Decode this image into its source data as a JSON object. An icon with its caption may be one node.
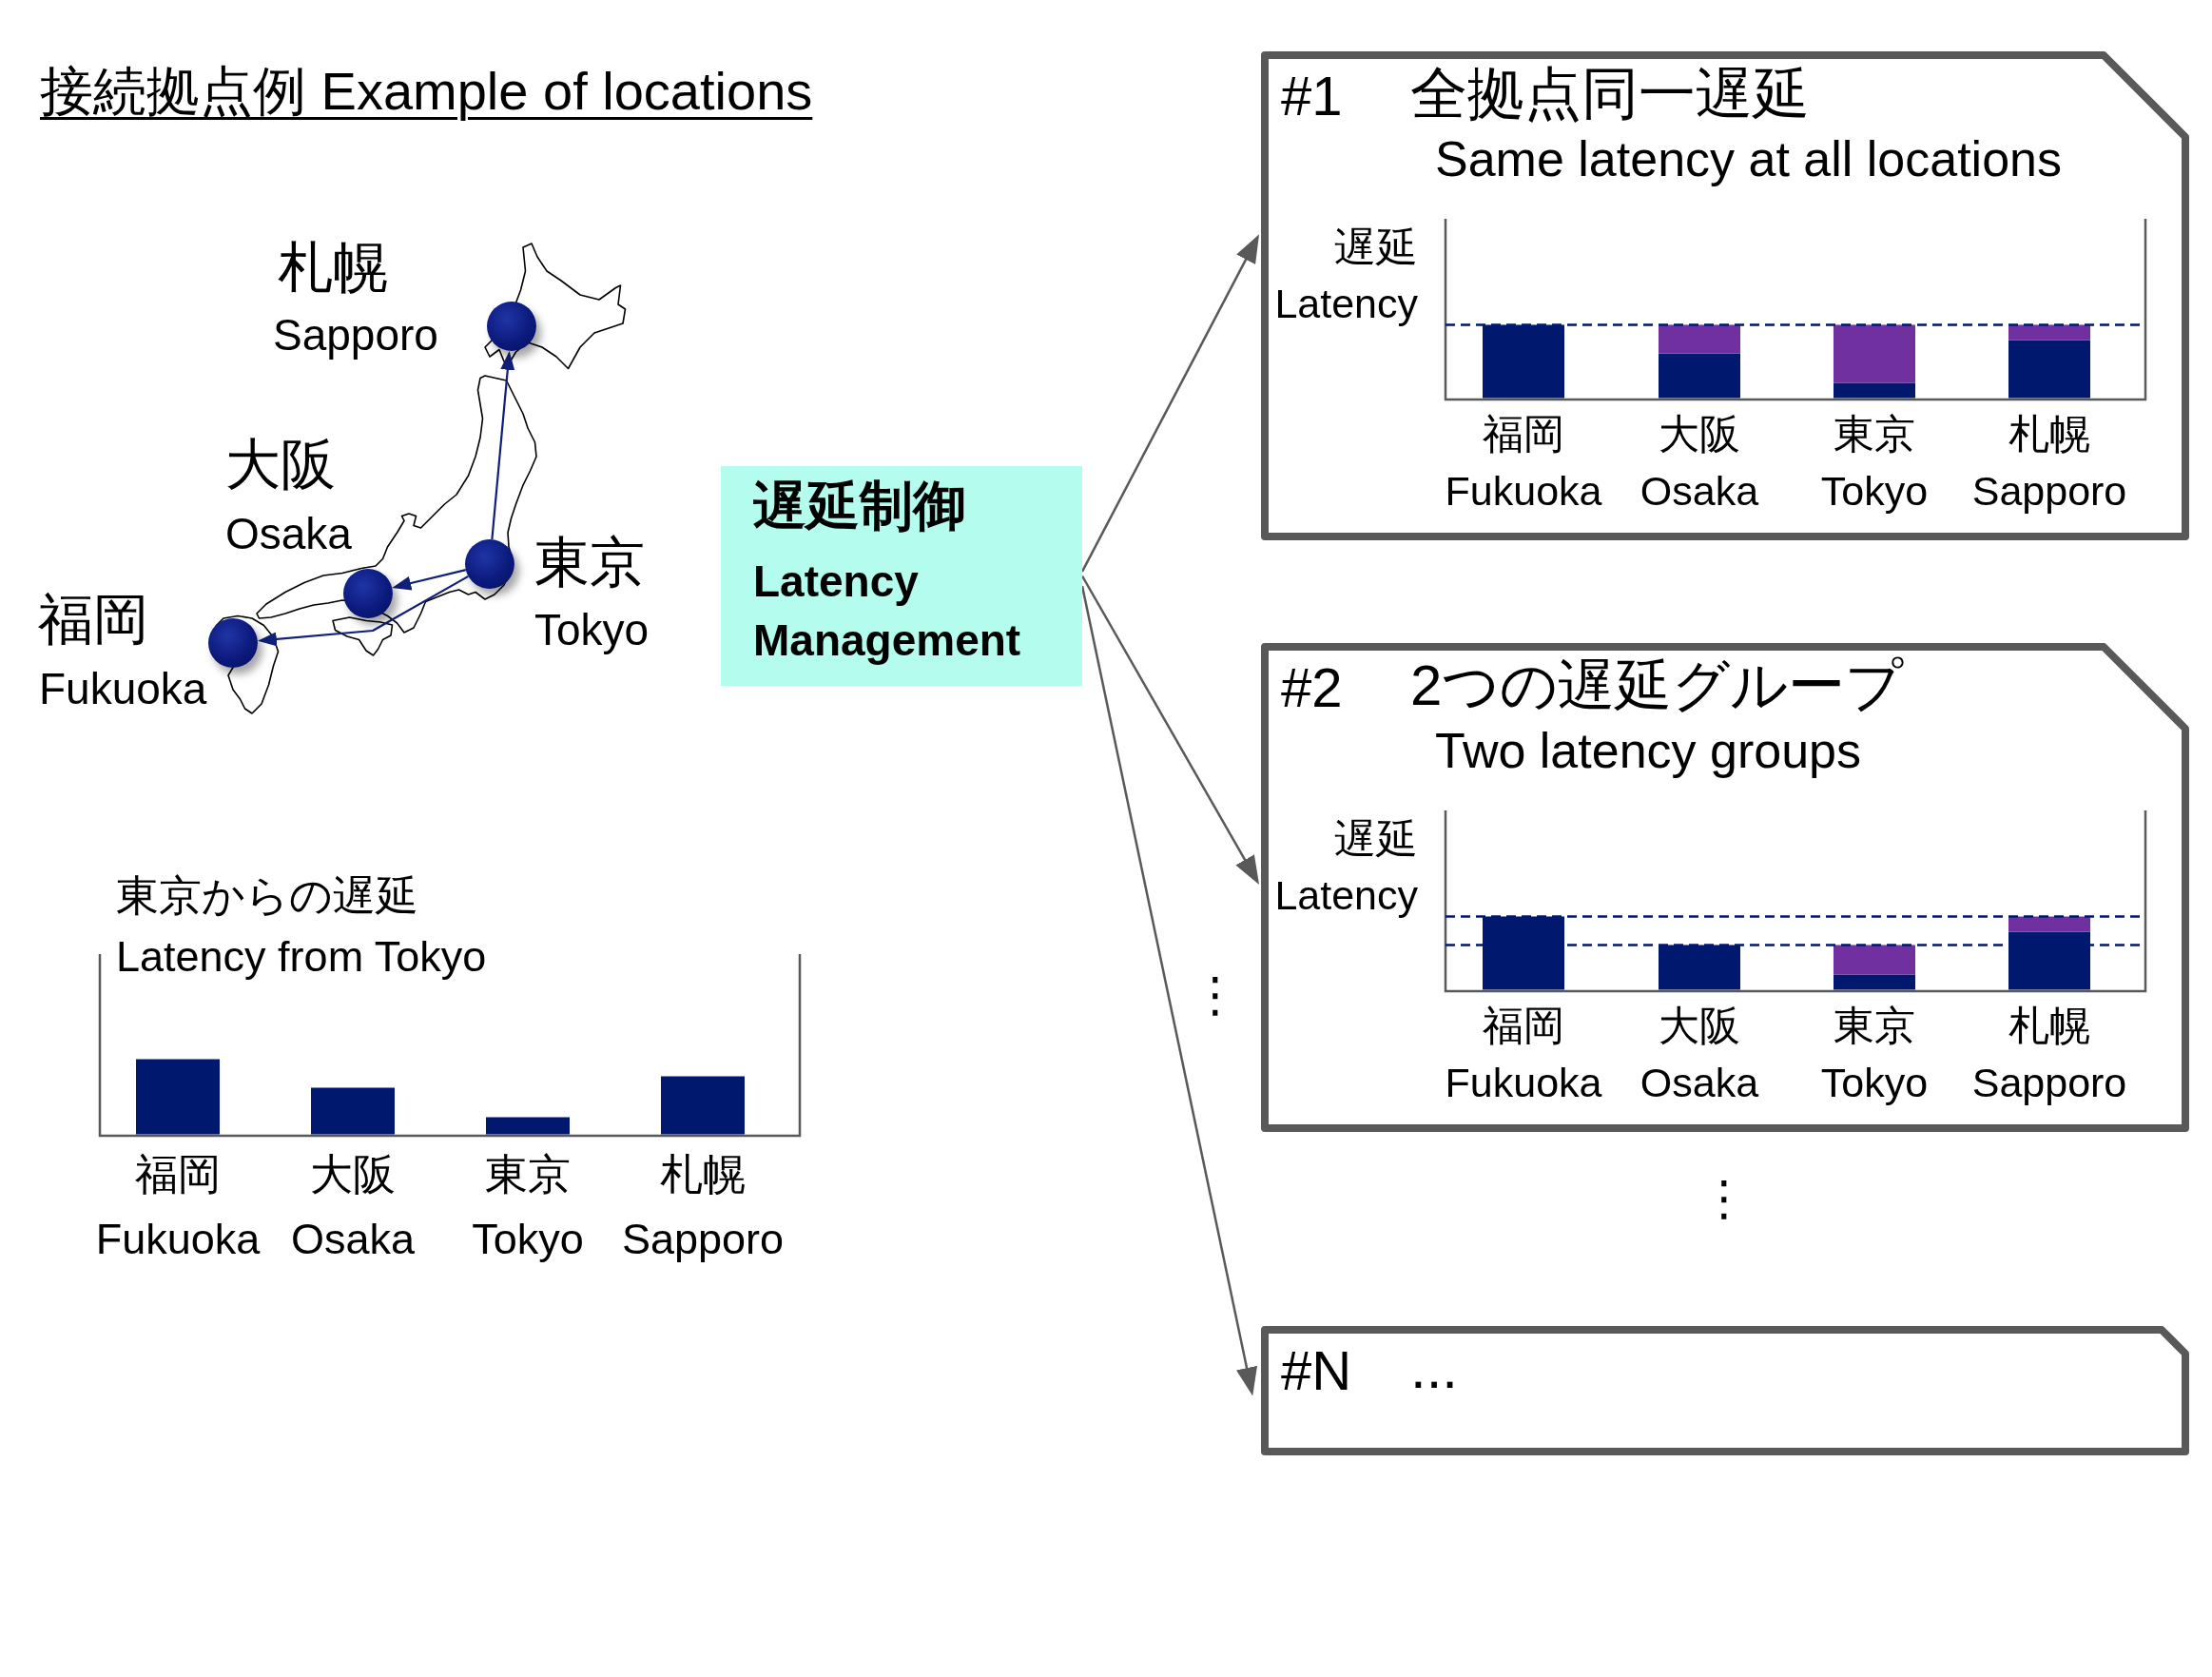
{
  "diagram": {
    "title": "接続拠点例 Example of locations",
    "nodes": [
      {
        "text": [],
        "shape": "circle",
        "beside": [
          "札幌",
          "Sapporo"
        ]
      },
      {
        "text": [],
        "shape": "circle",
        "beside": [
          "大阪",
          "Osaka"
        ]
      },
      {
        "text": [],
        "shape": "circle",
        "beside": [
          "東京",
          "Tokyo"
        ]
      },
      {
        "text": [],
        "shape": "circle",
        "beside": [
          "福岡",
          "Fukuoka"
        ]
      },
      {
        "text": [
          "遅延制御",
          "Latency Management"
        ]
      },
      {
        "text": [
          "#1",
          "全拠点同一遅延",
          "Same latency at all locations",
          "遅延",
          "Latency",
          "福岡",
          "Fukuoka",
          "大阪",
          "Osaka",
          "東京",
          "Tokyo",
          "札幌",
          "Sapporo"
        ]
      },
      {
        "text": [
          "#2",
          "2つの遅延グループ",
          "Two latency groups",
          "遅延",
          "Latency",
          "福岡",
          "Fukuoka",
          "大阪",
          "Osaka",
          "東京",
          "Tokyo",
          "札幌",
          "Sapporo"
        ]
      },
      {
        "text": [
          "#N",
          "..."
        ]
      }
    ],
    "edges": [
      {
        "from": 2,
        "to": 0,
        "arrow": "to",
        "color": "#0f1f7a"
      },
      {
        "from": 2,
        "to": 1,
        "arrow": "to",
        "color": "#0f1f7a"
      },
      {
        "from": 2,
        "to": 3,
        "arrow": "to",
        "color": "#0f1f7a"
      },
      {
        "from": 4,
        "to": 5,
        "arrow": "to"
      },
      {
        "from": 4,
        "to": 6,
        "arrow": "to"
      },
      {
        "from": 4,
        "to": 7,
        "arrow": "to"
      }
    ],
    "labels": [
      "東京からの遅延",
      "Latency from Tokyo",
      "福岡",
      "Fukuoka",
      "大阪",
      "Osaka",
      "東京",
      "Tokyo",
      "札幌",
      "Sapporo",
      "⋮",
      "⋮"
    ]
  }
}
